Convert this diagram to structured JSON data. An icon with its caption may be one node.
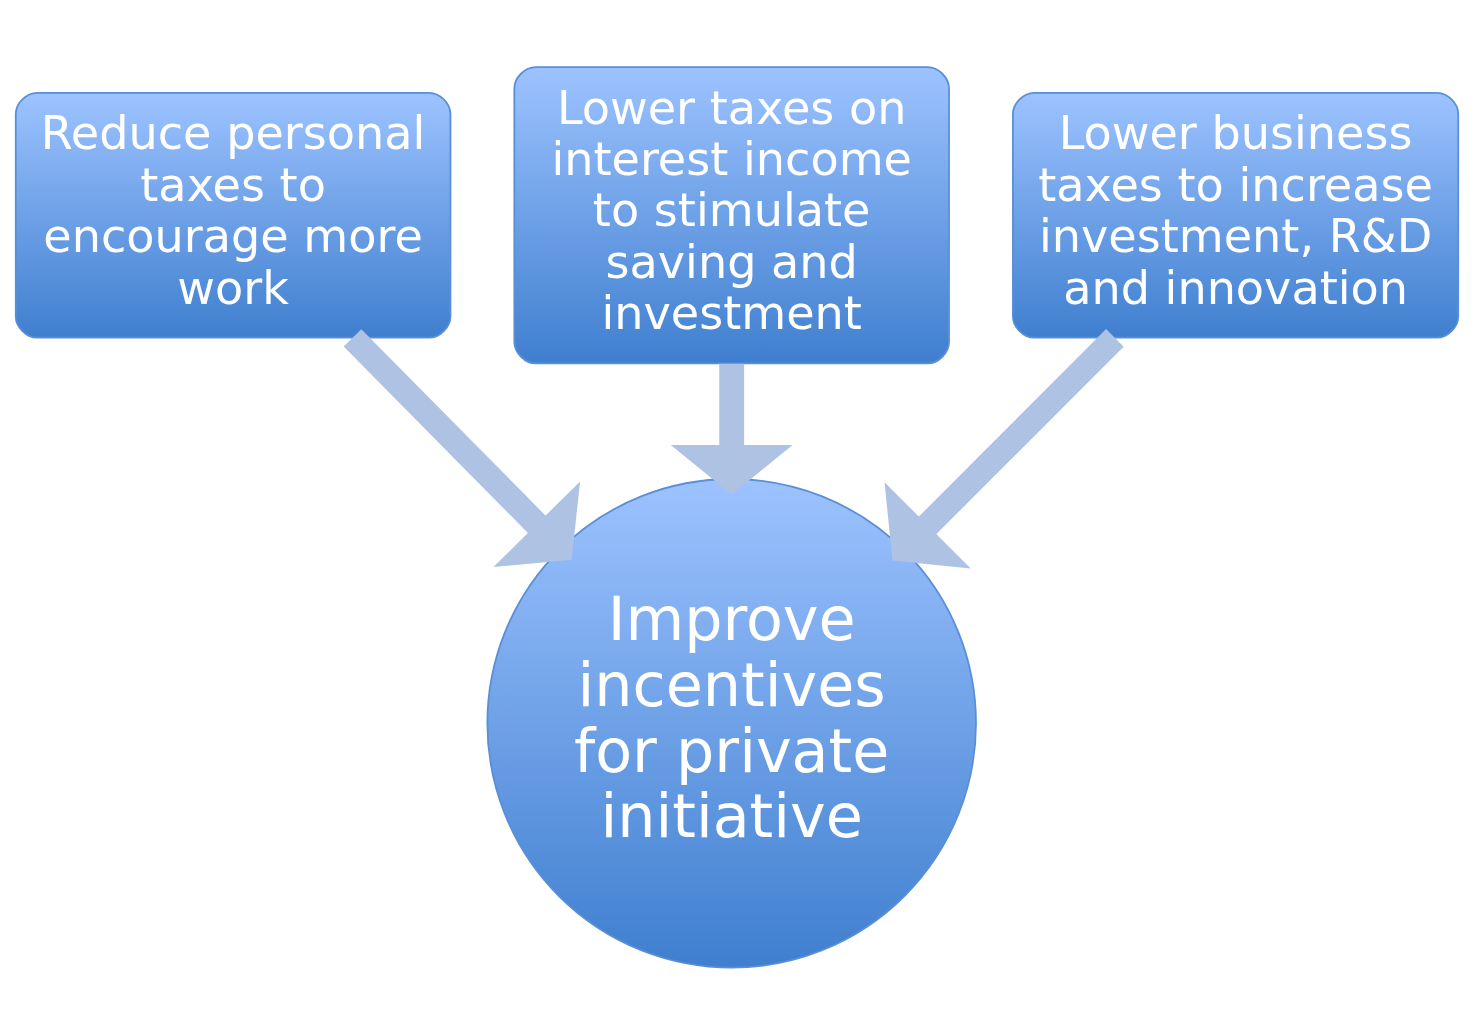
{
  "diagram": {
    "nodes": [
      {
        "text": [
          "Lower taxes on interest income to stimulate saving and investment"
        ]
      },
      {
        "text": [
          "Reduce personal taxes to encourage more work"
        ]
      },
      {
        "text": [
          "Lower business taxes to increase investment, R&D and innovation"
        ]
      },
      {
        "text": [
          "Improve incentives for private initiative"
        ]
      }
    ],
    "edges": [
      {
        "from": 1,
        "to": 3,
        "arrow": "to"
      },
      {
        "from": 0,
        "to": 3,
        "arrow": "to"
      },
      {
        "from": 2,
        "to": 3,
        "arrow": "to"
      }
    ]
  }
}
